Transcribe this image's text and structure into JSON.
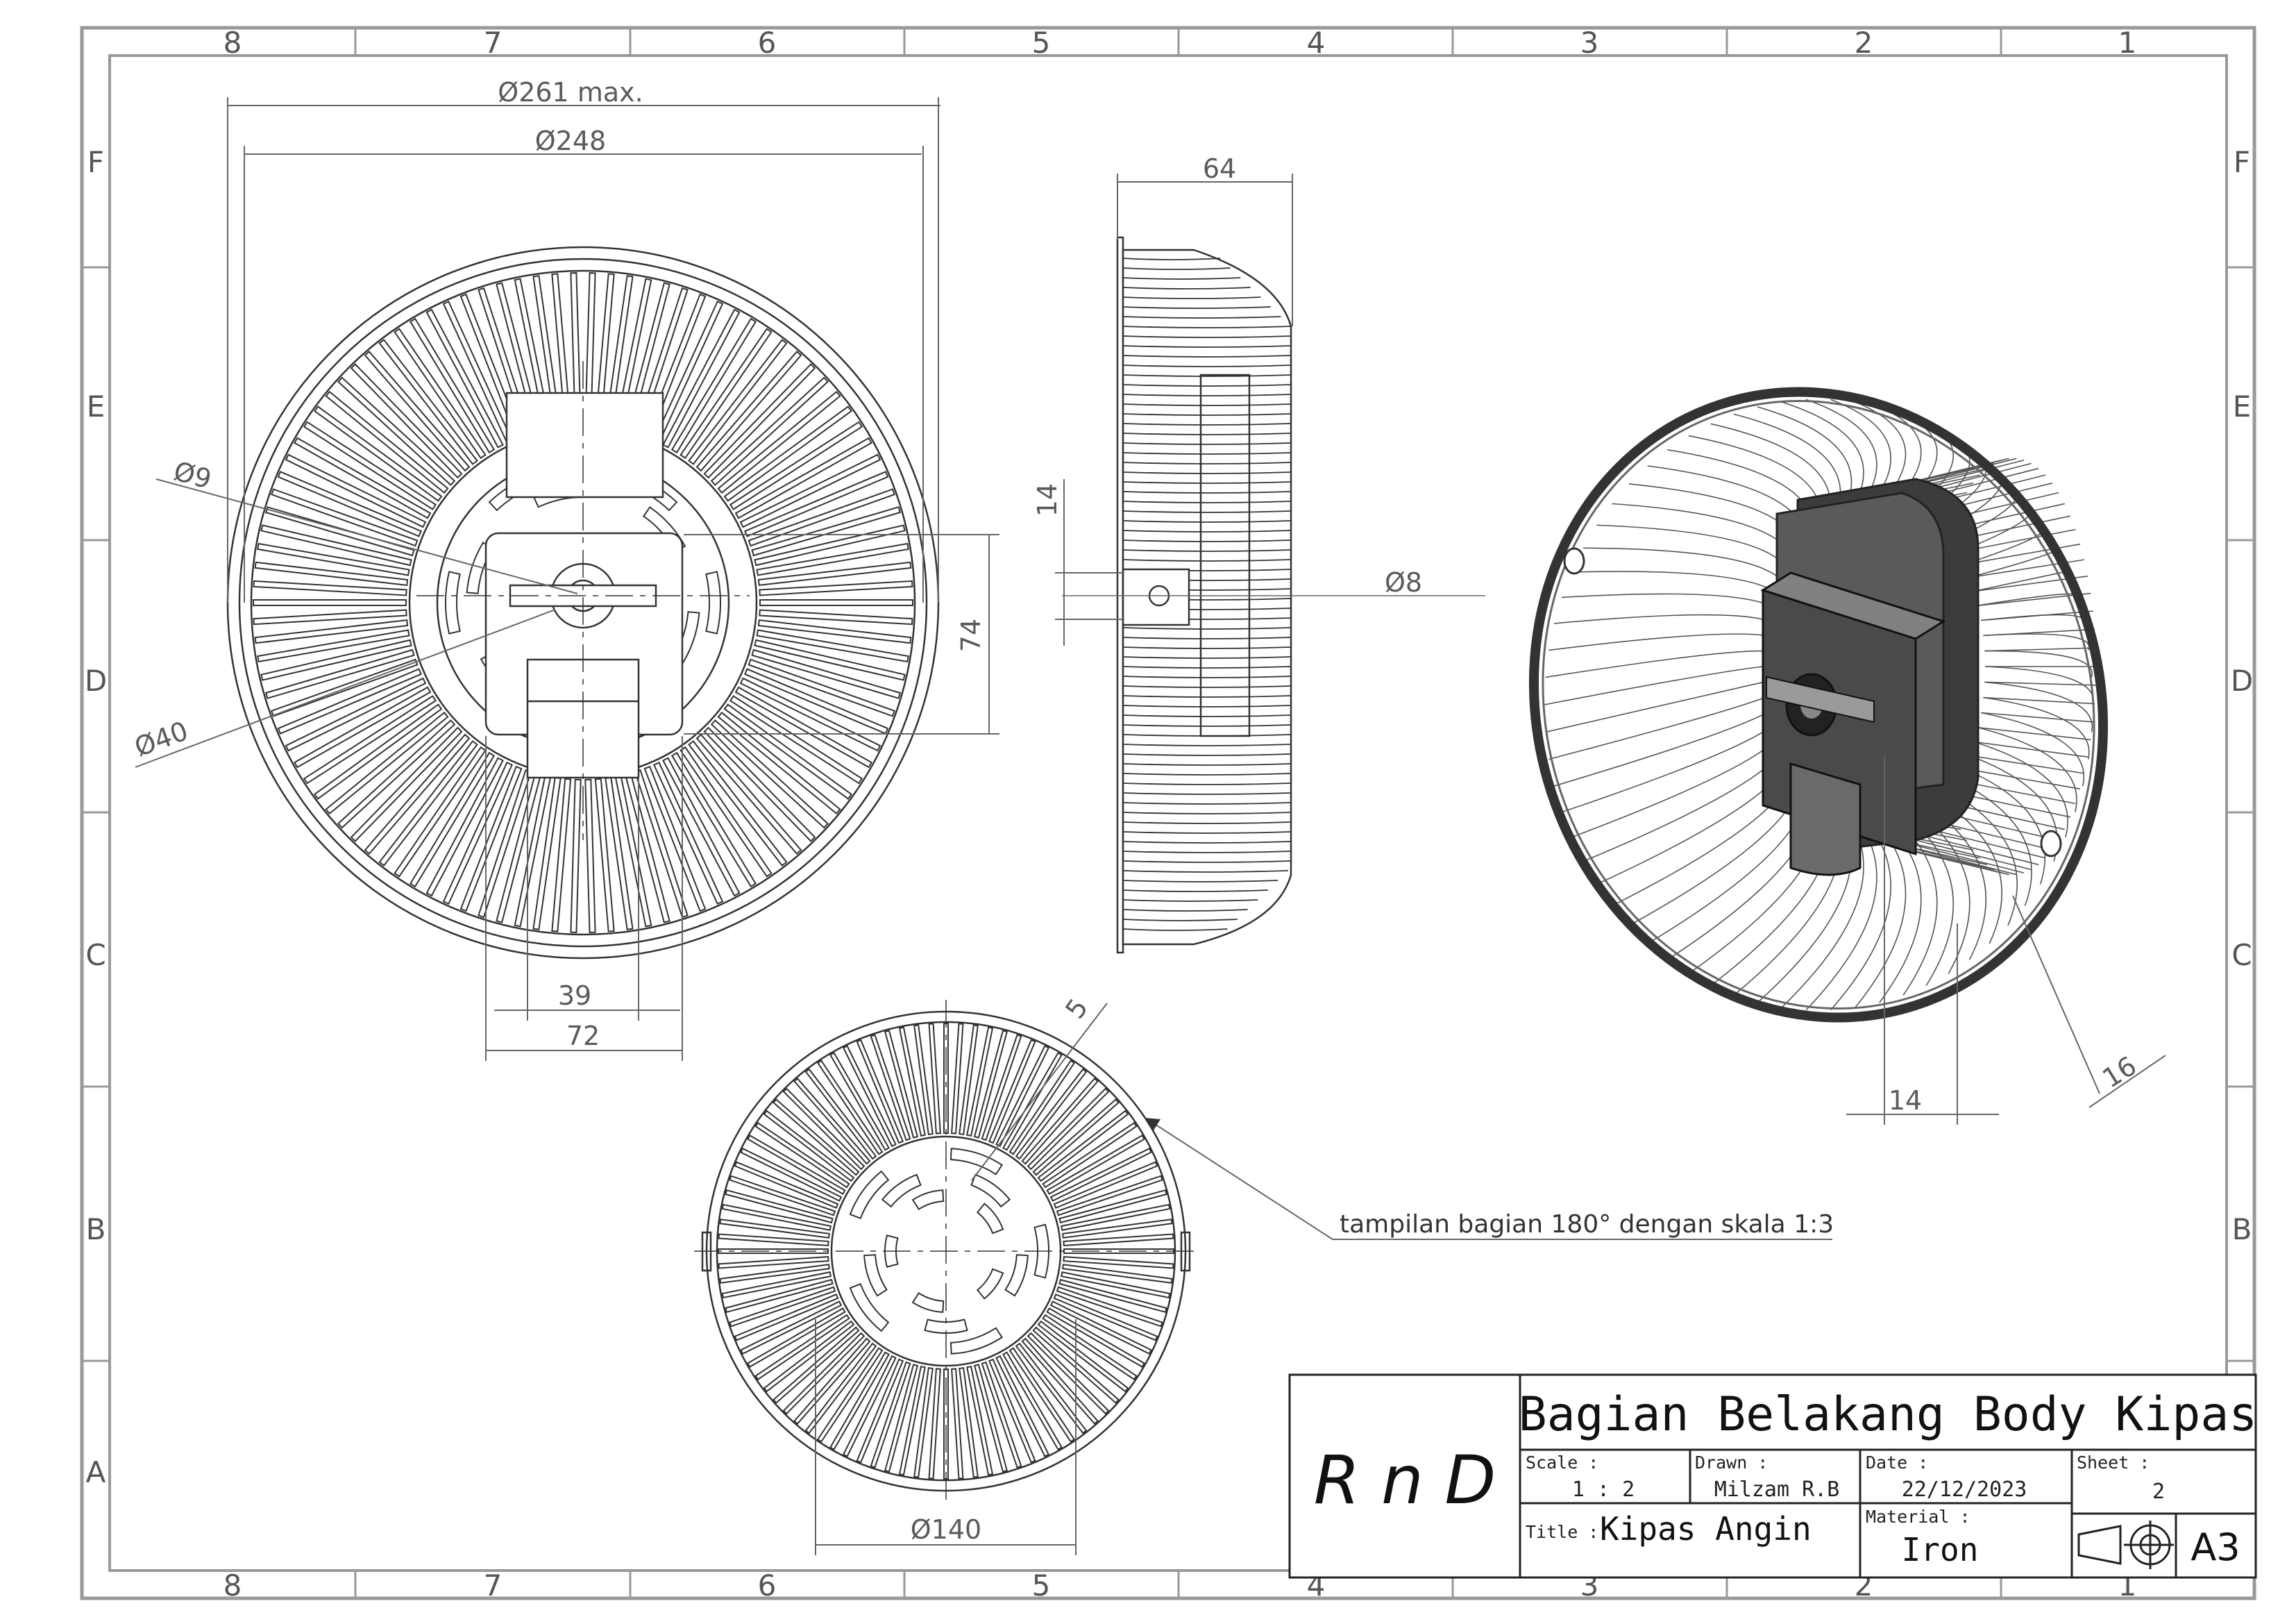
{
  "zones": {
    "columns": [
      "8",
      "7",
      "6",
      "5",
      "4",
      "3",
      "2",
      "1"
    ],
    "rows": [
      "F",
      "E",
      "D",
      "C",
      "B",
      "A"
    ]
  },
  "dimensions": {
    "front_outer_dia": "Ø261 max.",
    "front_dia": "Ø248",
    "hole_dia": "Ø9",
    "hub_dia": "Ø40",
    "height_74": "74",
    "width_39": "39",
    "width_72": "72",
    "side_depth": "64",
    "side_14": "14",
    "shaft_dia": "Ø8",
    "section_5": "5",
    "section_dia": "Ø140",
    "iso_14": "14",
    "iso_16": "16"
  },
  "note": "tampilan bagian 180° dengan skala 1:3",
  "title_block": {
    "logo": "R n D",
    "drawing_title": "Bagian Belakang Body Kipas",
    "scale_label": "Scale :",
    "scale_value": "1 : 2",
    "drawn_label": "Drawn :",
    "drawn_value": "Milzam R.B",
    "date_label": "Date :",
    "date_value": "22/12/2023",
    "sheet_label": "Sheet :",
    "sheet_value": "2",
    "title_label": "Title :",
    "title_value": "Kipas Angin",
    "material_label": "Material :",
    "material_value": "Iron",
    "paper_size": "A3"
  },
  "colors": {
    "line": "#333333",
    "frame": "#999999",
    "shade": "#3c3c3c"
  }
}
